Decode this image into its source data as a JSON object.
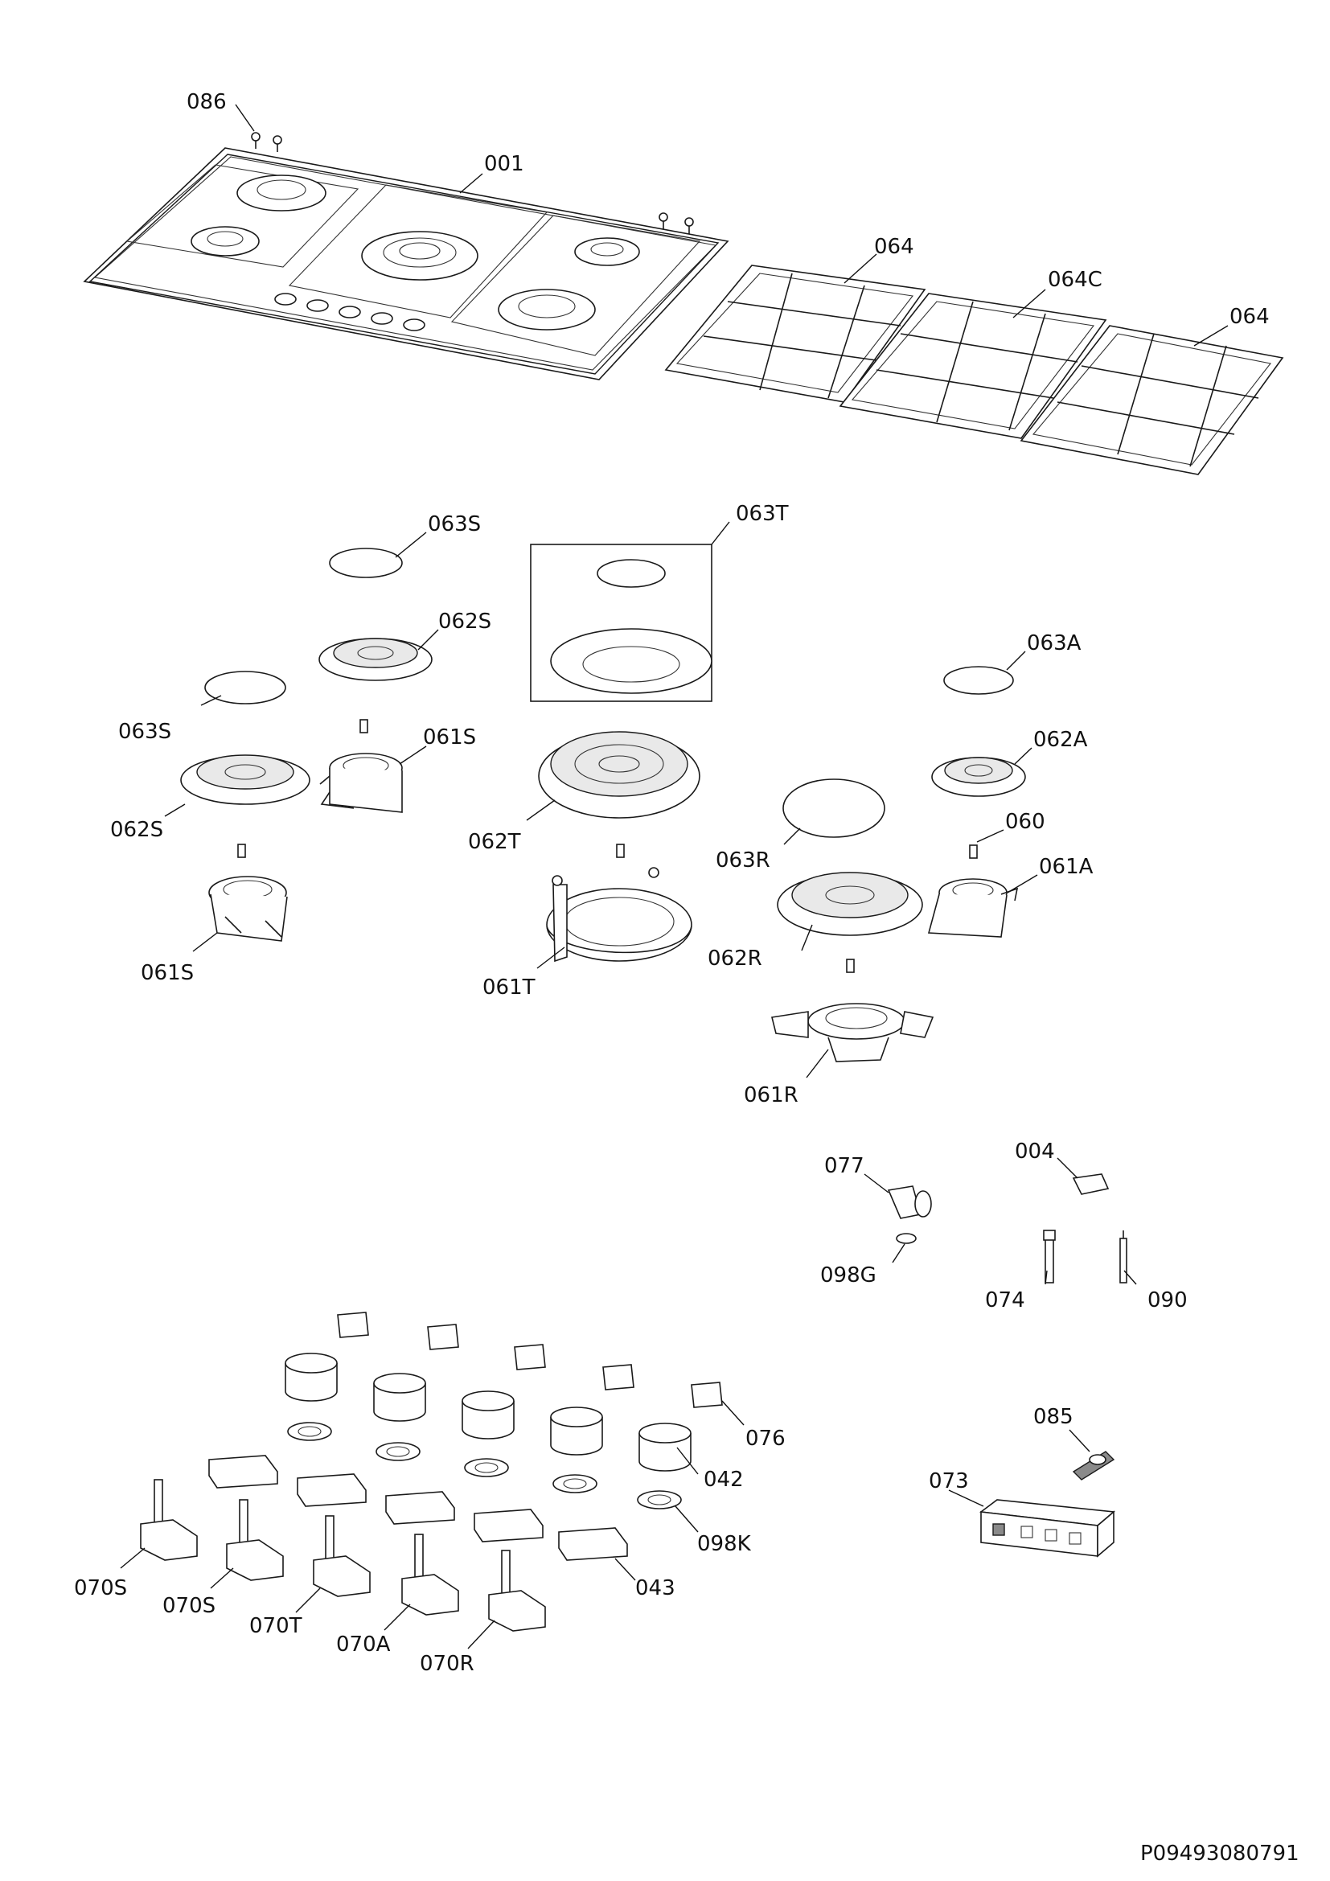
{
  "labels": {
    "l086": "086",
    "l001": "001",
    "l064a": "064",
    "l064c": "064C",
    "l064b": "064",
    "l063s_top": "063S",
    "l063t": "063T",
    "l062s_top": "062S",
    "l063a": "063A",
    "l063s_left": "063S",
    "l061s_top": "061S",
    "l062a": "062A",
    "l062s_left": "062S",
    "l062t": "062T",
    "l060": "060",
    "l063r": "063R",
    "l061a": "061A",
    "l061s_bottom": "061S",
    "l061t": "061T",
    "l062r": "062R",
    "l061r": "061R",
    "l077": "077",
    "l004": "004",
    "l098g": "098G",
    "l074": "074",
    "l090": "090",
    "l076": "076",
    "l085": "085",
    "l042": "042",
    "l073": "073",
    "l098k": "098K",
    "l043": "043",
    "l070s_a": "070S",
    "l070s_b": "070S",
    "l070t": "070T",
    "l070a": "070A",
    "l070r": "070R"
  },
  "footer": {
    "drawing_code": "P09493080791"
  }
}
